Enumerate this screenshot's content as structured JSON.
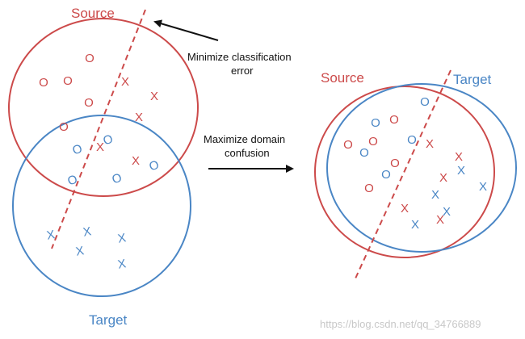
{
  "colors": {
    "source": "#cc4a4a",
    "target": "#4a86c5",
    "text": "#111111"
  },
  "labels": {
    "left_source": "Source",
    "left_target": "Target",
    "right_source": "Source",
    "right_target": "Target"
  },
  "annotations": {
    "top_line1": "Minimize classification",
    "top_line2": "error",
    "bottom_line1": "Maximize domain",
    "bottom_line2": "confusion"
  },
  "markers": {
    "source_circle": "O",
    "source_cross": "X",
    "target_circle": "O",
    "target_cross": "X"
  },
  "watermark": "https://blog.csdn.net/qq_34766889"
}
